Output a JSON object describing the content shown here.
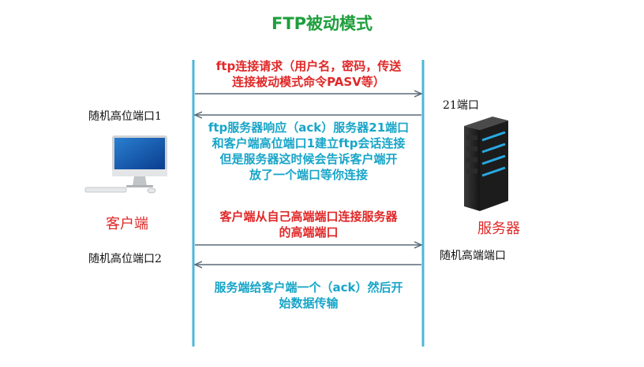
{
  "title": "FTP被动模式",
  "client": {
    "label": "客户端",
    "port1": "随机高位端口1",
    "port2": "随机高位端口2"
  },
  "server": {
    "label": "服务器",
    "port_21": "21端口",
    "port_random": "随机高端端口"
  },
  "messages": [
    {
      "lines": [
        "ftp连接请求（用户名，密码，传送",
        "连接被动模式命令PASV等）"
      ],
      "color": "#e02828",
      "direction": "client-to-server"
    },
    {
      "lines": [
        "ftp服务器响应（ack）服务器21端口",
        "和客户端高位端口1建立ftp会话连接",
        "但是服务器这时候会告诉客户端开",
        "放了一个端口等你连接"
      ],
      "color": "#18a5c8",
      "direction": "server-to-client"
    },
    {
      "lines": [
        "客户端从自己高端端口连接服务器",
        "的高端端口"
      ],
      "color": "#e02828",
      "direction": "client-to-server"
    },
    {
      "lines": [
        "服务端给客户端一个（ack）然后开",
        "始数据传输"
      ],
      "color": "#18a5c8",
      "direction": "server-to-client"
    }
  ],
  "colors": {
    "title": "#1e9e3c",
    "lifeline": "#4fb6d8",
    "arrow": "#5a6a78",
    "server_led": "#29a8e0"
  },
  "icons": [
    "imac-computer-icon",
    "tower-server-icon"
  ]
}
